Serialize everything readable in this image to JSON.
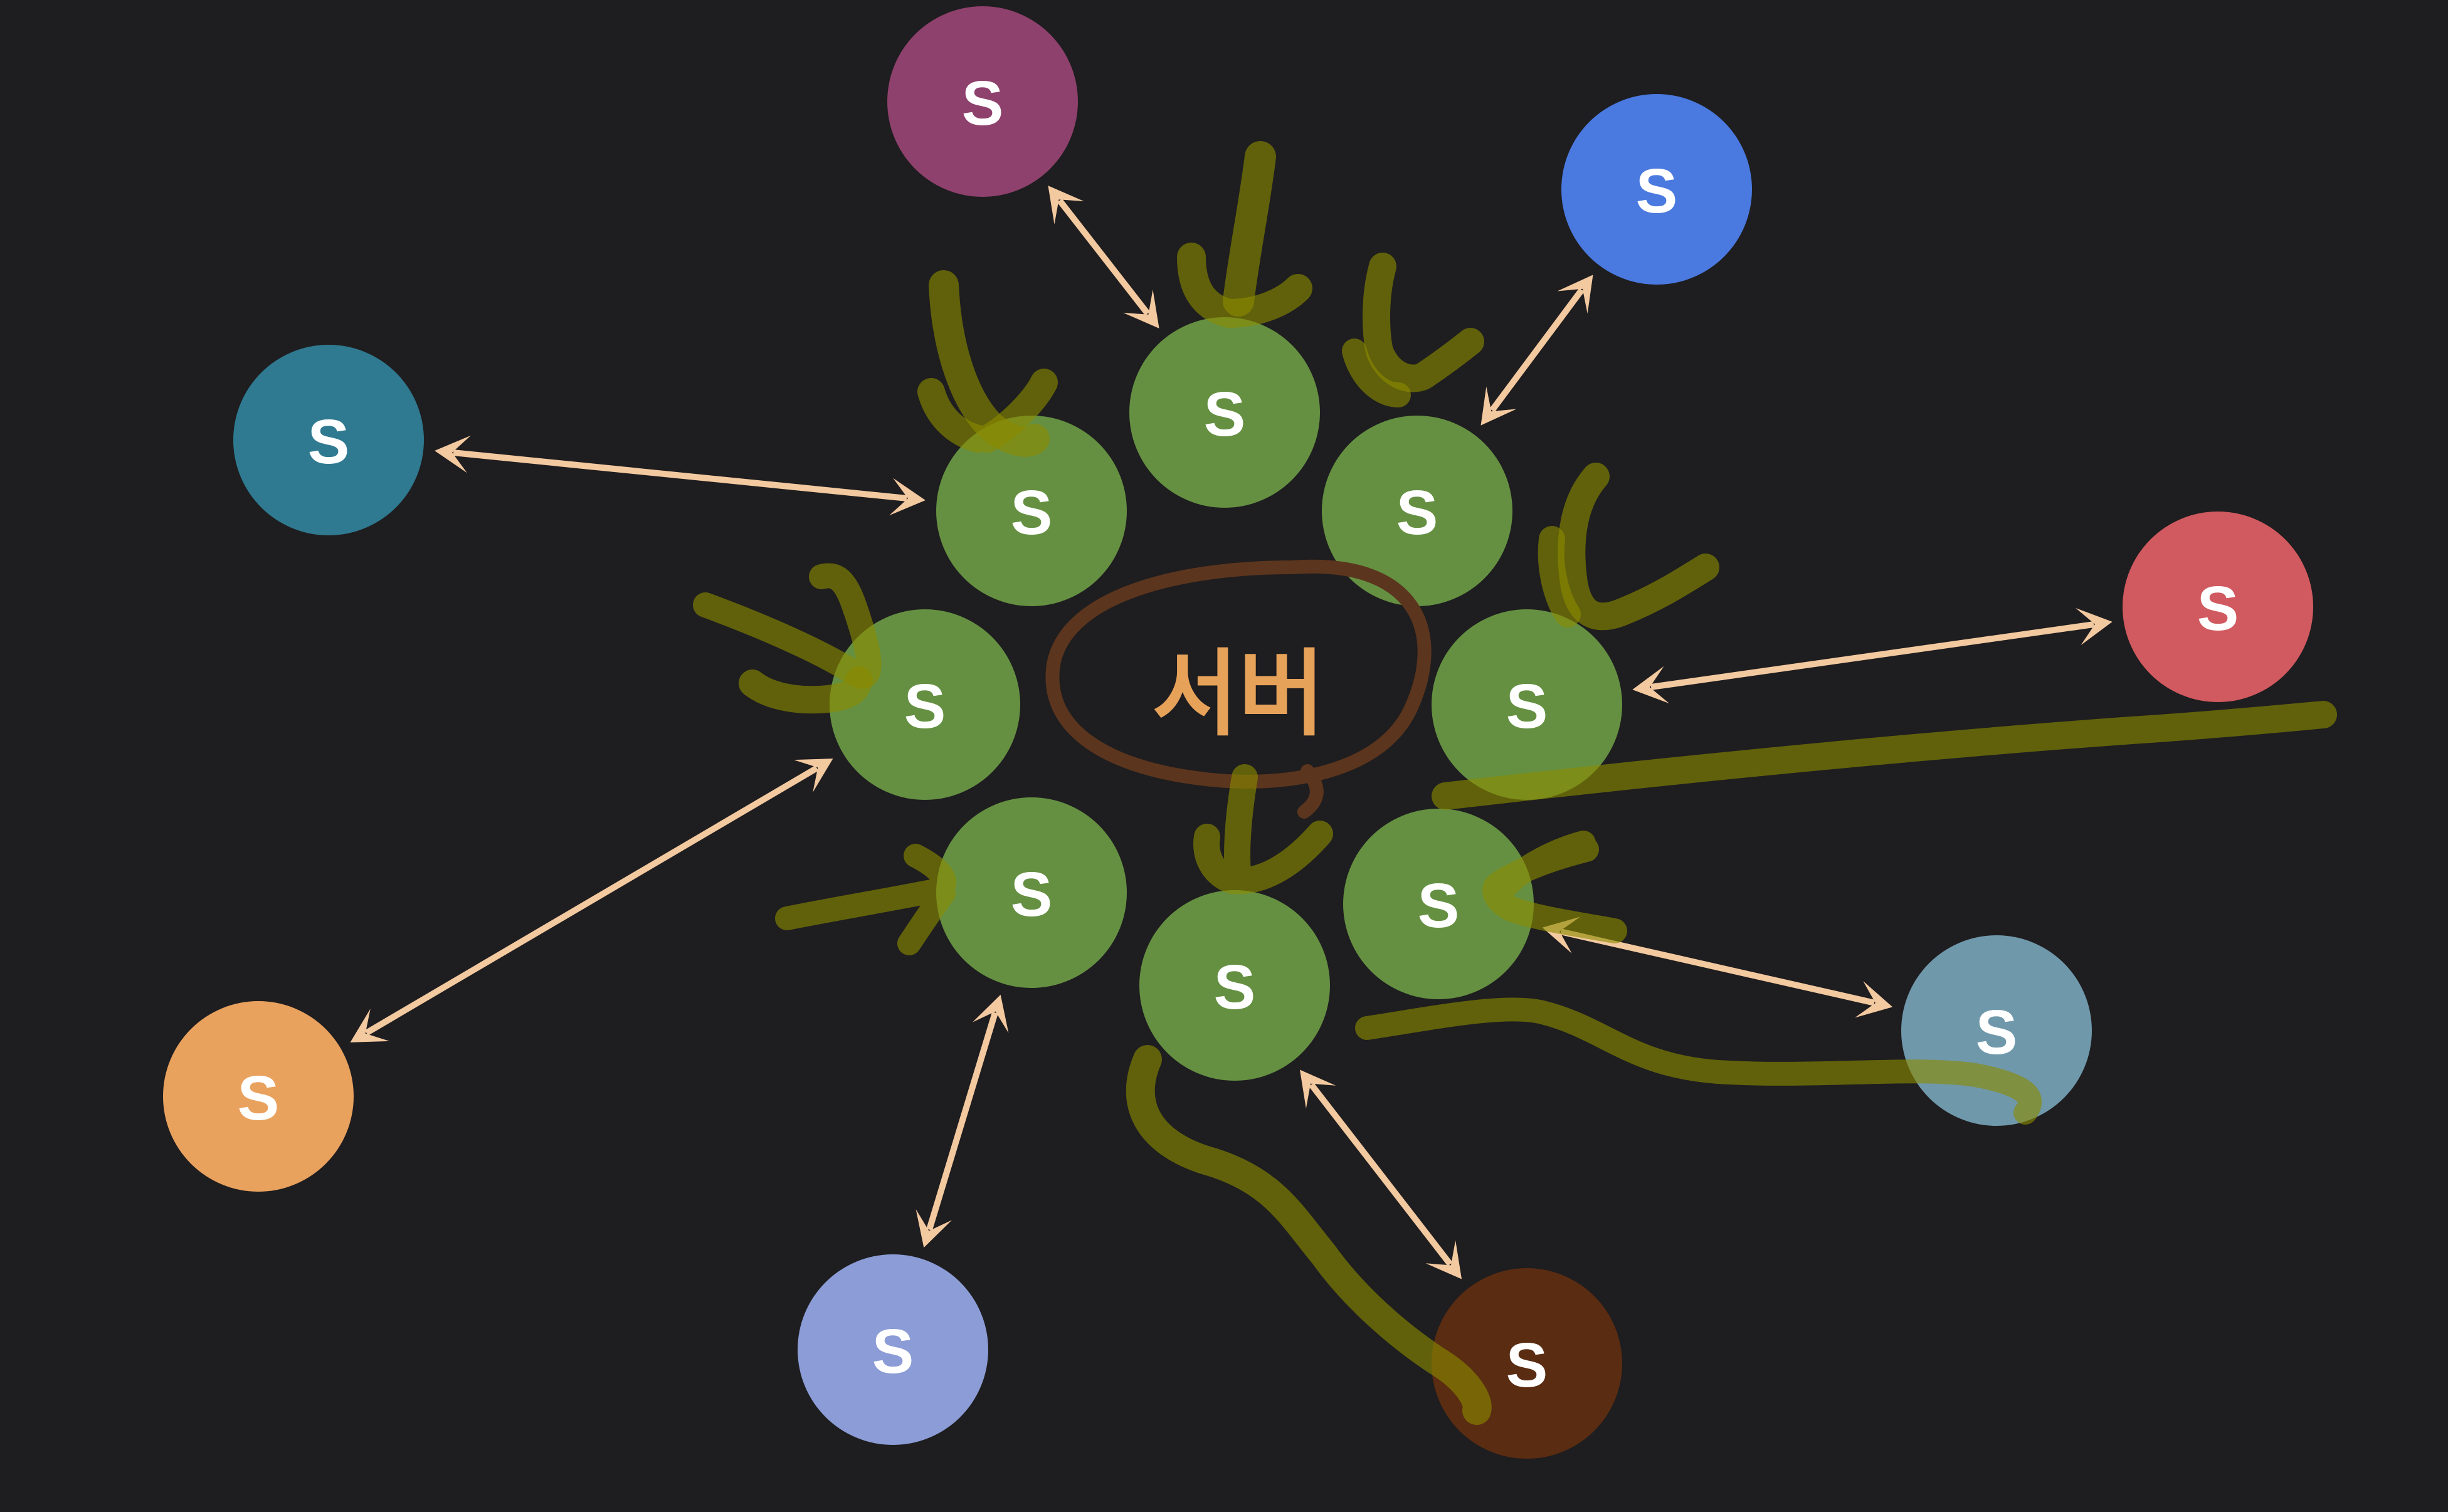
{
  "center": {
    "label": "서버",
    "label_color": "#e7a25a",
    "ring_color": "#5b351d"
  },
  "inner_nodes": [
    {
      "label": "S",
      "color": "#6b9a45"
    },
    {
      "label": "S",
      "color": "#6b9a45"
    },
    {
      "label": "S",
      "color": "#6b9a45"
    },
    {
      "label": "S",
      "color": "#6b9a45"
    },
    {
      "label": "S",
      "color": "#6b9a45"
    },
    {
      "label": "S",
      "color": "#6b9a45"
    },
    {
      "label": "S",
      "color": "#6b9a45"
    },
    {
      "label": "S",
      "color": "#6b9a45"
    }
  ],
  "outer_nodes": [
    {
      "label": "S",
      "color": "#8e416c"
    },
    {
      "label": "S",
      "color": "#4a79df"
    },
    {
      "label": "S",
      "color": "#2f7a90"
    },
    {
      "label": "S",
      "color": "#d05a5f"
    },
    {
      "label": "S",
      "color": "#e9a15e"
    },
    {
      "label": "S",
      "color": "#6f98ab"
    },
    {
      "label": "S",
      "color": "#8b9cd6"
    },
    {
      "label": "S",
      "color": "#5a2c12"
    }
  ],
  "connections": [
    {
      "from": "outer_nodes.0",
      "to": "inner_nodes.1"
    },
    {
      "from": "outer_nodes.1",
      "to": "inner_nodes.2"
    },
    {
      "from": "outer_nodes.2",
      "to": "inner_nodes.0"
    },
    {
      "from": "outer_nodes.3",
      "to": "inner_nodes.4"
    },
    {
      "from": "outer_nodes.4",
      "to": "inner_nodes.3"
    },
    {
      "from": "outer_nodes.5",
      "to": "inner_nodes.7"
    },
    {
      "from": "outer_nodes.6",
      "to": "inner_nodes.5"
    },
    {
      "from": "outer_nodes.7",
      "to": "inner_nodes.6"
    }
  ],
  "colors": {
    "background": "#1e1d1f",
    "arrow": "#f3c9a0",
    "highlight_marker": "#8a8a00"
  }
}
